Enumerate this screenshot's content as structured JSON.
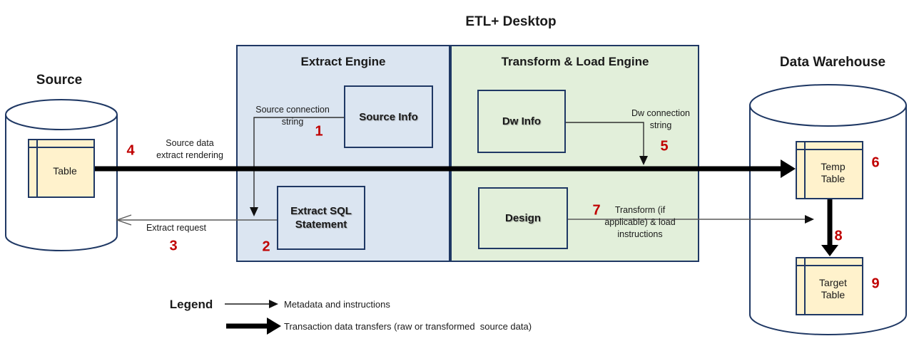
{
  "colors": {
    "engine_blue": "#dbe5f1",
    "engine_green": "#e2efda",
    "table_fill": "#fff2cc",
    "border_navy": "#1f3864",
    "number_red": "#c00000"
  },
  "header": {
    "title": "ETL+ Desktop"
  },
  "source": {
    "title": "Source",
    "table": "Table"
  },
  "extract_engine": {
    "title": "Extract Engine",
    "source_info": "Source Info",
    "extract_sql": [
      "Extract SQL",
      "Statement"
    ]
  },
  "transform_engine": {
    "title": "Transform & Load Engine",
    "dw_info": "Dw Info",
    "design": "Design"
  },
  "warehouse": {
    "title": "Data Warehouse",
    "temp_table": [
      "Temp",
      "Table"
    ],
    "target_table": [
      "Target",
      "Table"
    ]
  },
  "flows": {
    "source_connection": {
      "num": "1",
      "lines": [
        "Source connection",
        "string"
      ]
    },
    "extract_sql_num": "2",
    "extract_request": {
      "num": "3",
      "label": "Extract request"
    },
    "source_data": {
      "num": "4",
      "lines": [
        "Source data",
        "extract rendering"
      ]
    },
    "dw_connection": {
      "num": "5",
      "lines": [
        "Dw connection",
        "string"
      ]
    },
    "temp_table_num": "6",
    "transform_load": {
      "num": "7",
      "lines": [
        "Transform (if",
        "applicable) & load",
        "instructions"
      ]
    },
    "load_num": "8",
    "target_table_num": "9"
  },
  "legend": {
    "title": "Legend",
    "metadata": "Metadata and instructions",
    "transaction": "Transaction data transfers (raw or transformed  source data)"
  }
}
